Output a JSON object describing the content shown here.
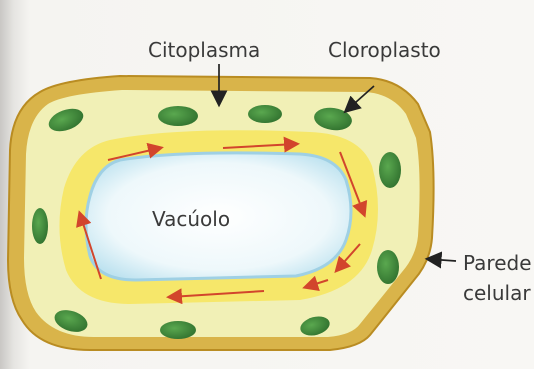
{
  "labels": {
    "cytoplasm": "Citoplasma",
    "chloroplast": "Cloroplasto",
    "vacuole": "Vacúolo",
    "cell_wall_line1": "Parede",
    "cell_wall_line2": "celular"
  },
  "colors": {
    "cell_wall": "#d8b347",
    "cytoplasm_outer": "#f0efb3",
    "cytoplasm_band": "#f5ea78",
    "vacuole_fill": "#eef8fb",
    "vacuole_edge": "#a9d8ea",
    "chloroplast": "#3f8a3a",
    "flow_arrow": "#d2452c"
  },
  "icons": {
    "pointer_arrow": "black-arrow",
    "flow_arrow": "red-arrow"
  }
}
